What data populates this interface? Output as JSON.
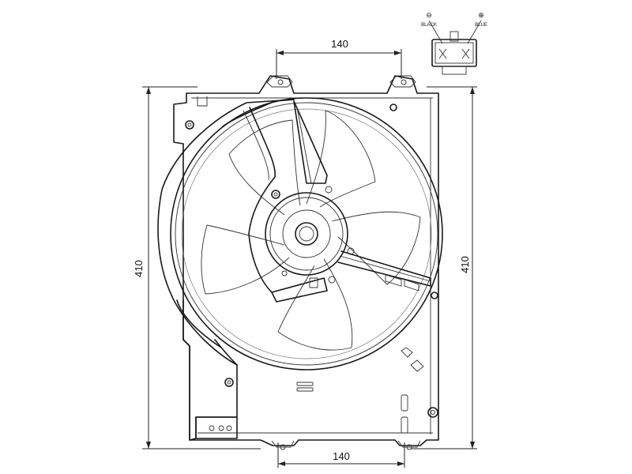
{
  "dimensions": {
    "top_width": "140",
    "bottom_width": "140",
    "left_height": "410",
    "right_height": "410"
  },
  "connector": {
    "minus_symbol": "⊖",
    "plus_symbol": "⊕",
    "minus_label": "BLACK",
    "plus_label": "BLUE"
  }
}
